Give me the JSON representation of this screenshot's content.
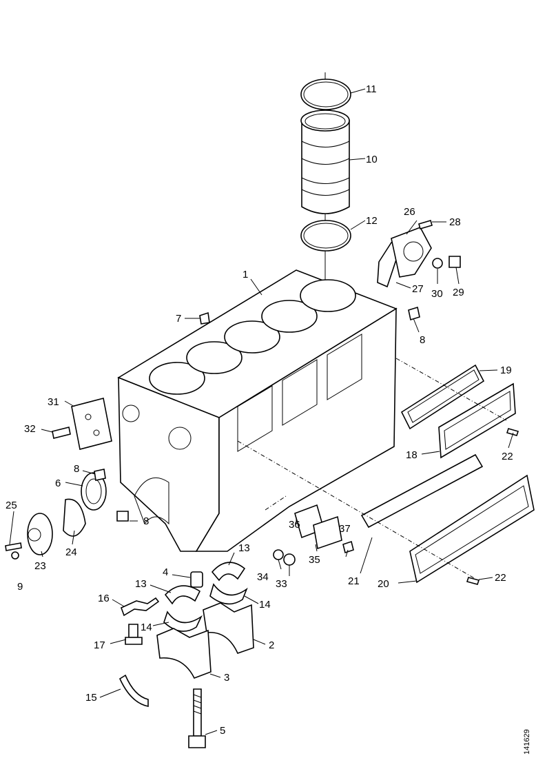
{
  "figure_id": "141629",
  "callouts": [
    {
      "id": "c1",
      "label": "1"
    },
    {
      "id": "c2",
      "label": "2"
    },
    {
      "id": "c3",
      "label": "3"
    },
    {
      "id": "c4",
      "label": "4"
    },
    {
      "id": "c5",
      "label": "5"
    },
    {
      "id": "c6",
      "label": "6"
    },
    {
      "id": "c7",
      "label": "7"
    },
    {
      "id": "c8a",
      "label": "8"
    },
    {
      "id": "c8b",
      "label": "8"
    },
    {
      "id": "c8c",
      "label": "8"
    },
    {
      "id": "c9",
      "label": "9"
    },
    {
      "id": "c10",
      "label": "10"
    },
    {
      "id": "c11",
      "label": "11"
    },
    {
      "id": "c12",
      "label": "12"
    },
    {
      "id": "c13a",
      "label": "13"
    },
    {
      "id": "c13b",
      "label": "13"
    },
    {
      "id": "c14a",
      "label": "14"
    },
    {
      "id": "c14b",
      "label": "14"
    },
    {
      "id": "c15",
      "label": "15"
    },
    {
      "id": "c16",
      "label": "16"
    },
    {
      "id": "c17",
      "label": "17"
    },
    {
      "id": "c18",
      "label": "18"
    },
    {
      "id": "c19",
      "label": "19"
    },
    {
      "id": "c20",
      "label": "20"
    },
    {
      "id": "c21",
      "label": "21"
    },
    {
      "id": "c22a",
      "label": "22"
    },
    {
      "id": "c22b",
      "label": "22"
    },
    {
      "id": "c23",
      "label": "23"
    },
    {
      "id": "c24",
      "label": "24"
    },
    {
      "id": "c25",
      "label": "25"
    },
    {
      "id": "c26",
      "label": "26"
    },
    {
      "id": "c27",
      "label": "27"
    },
    {
      "id": "c28",
      "label": "28"
    },
    {
      "id": "c29",
      "label": "29"
    },
    {
      "id": "c30",
      "label": "30"
    },
    {
      "id": "c31",
      "label": "31"
    },
    {
      "id": "c32",
      "label": "32"
    },
    {
      "id": "c33",
      "label": "33"
    },
    {
      "id": "c34",
      "label": "34"
    },
    {
      "id": "c35",
      "label": "35"
    },
    {
      "id": "c36",
      "label": "36"
    },
    {
      "id": "c37",
      "label": "37"
    }
  ]
}
